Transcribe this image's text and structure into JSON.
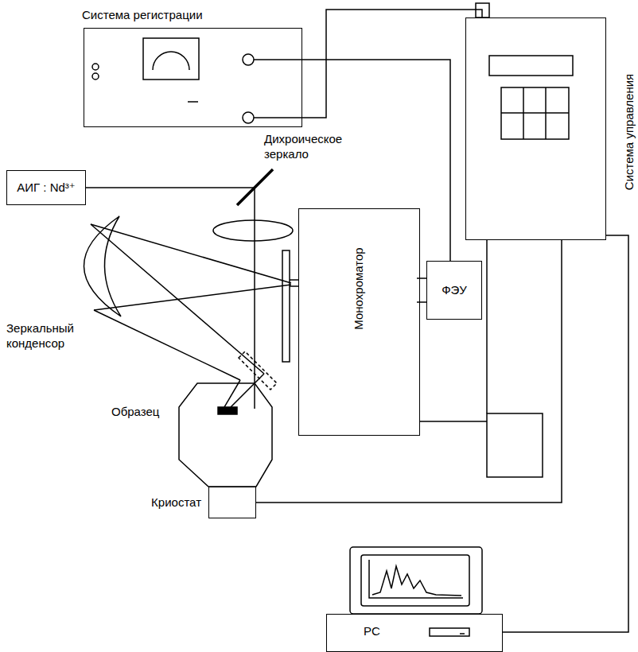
{
  "diagram": {
    "nodes": [
      {
        "text": [
          "Система регистрации"
        ]
      },
      {
        "text": [
          "Система управления"
        ]
      },
      {
        "text": [
          "АИГ : Nd³⁺"
        ]
      },
      {
        "text": [
          "Монохроматор"
        ]
      },
      {
        "text": [
          "ФЭУ"
        ]
      },
      {
        "text": [
          "Криостат"
        ]
      },
      {
        "text": [
          "PC"
        ]
      }
    ],
    "edges": [
      {
        "from": 0,
        "to": 4,
        "arrow": "none"
      },
      {
        "from": 0,
        "to": 1,
        "arrow": "none"
      },
      {
        "from": 1,
        "to": 5,
        "arrow": "none"
      },
      {
        "from": 1,
        "to": 6,
        "arrow": "none"
      }
    ],
    "labels": [
      "Дихроическое зеркало",
      "Зеркальный конденсор",
      "Образец"
    ]
  }
}
